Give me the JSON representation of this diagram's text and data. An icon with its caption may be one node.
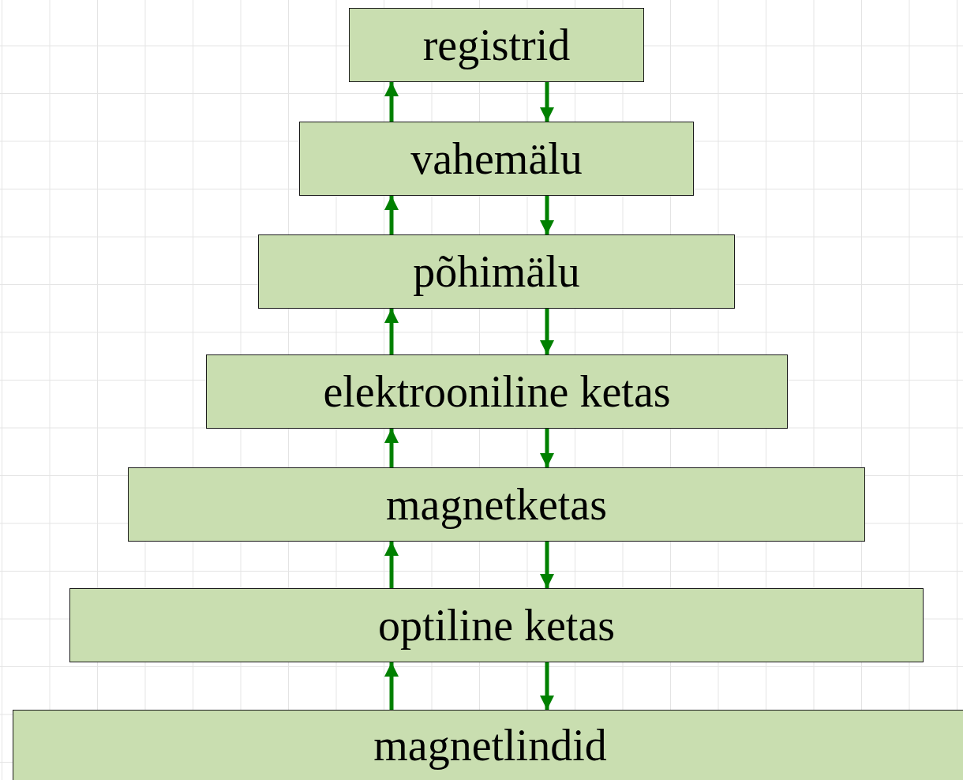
{
  "diagram": {
    "nodes": [
      {
        "text": [
          "registrid"
        ]
      },
      {
        "text": [
          "vahemälu"
        ]
      },
      {
        "text": [
          "põhimälu"
        ]
      },
      {
        "text": [
          "elektrooniline ketas"
        ]
      },
      {
        "text": [
          "magnetketas"
        ]
      },
      {
        "text": [
          "optiline ketas"
        ]
      },
      {
        "text": [
          "magnetlindid"
        ]
      }
    ],
    "edges": [
      {
        "from": 1,
        "to": 0,
        "arrow": "to"
      },
      {
        "from": 0,
        "to": 1,
        "arrow": "to"
      },
      {
        "from": 2,
        "to": 1,
        "arrow": "to"
      },
      {
        "from": 1,
        "to": 2,
        "arrow": "to"
      },
      {
        "from": 3,
        "to": 2,
        "arrow": "to"
      },
      {
        "from": 2,
        "to": 3,
        "arrow": "to"
      },
      {
        "from": 4,
        "to": 3,
        "arrow": "to"
      },
      {
        "from": 3,
        "to": 4,
        "arrow": "to"
      },
      {
        "from": 5,
        "to": 4,
        "arrow": "to"
      },
      {
        "from": 4,
        "to": 5,
        "arrow": "to"
      },
      {
        "from": 6,
        "to": 5,
        "arrow": "to"
      },
      {
        "from": 5,
        "to": 6,
        "arrow": "to"
      }
    ]
  }
}
